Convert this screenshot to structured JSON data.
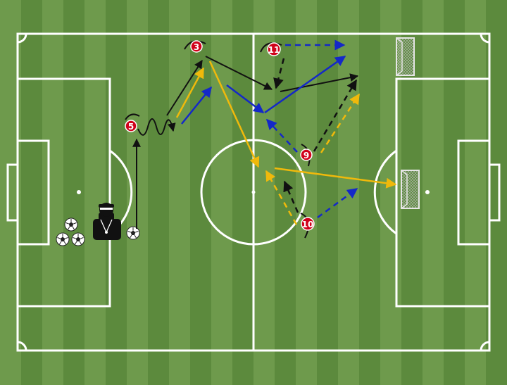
{
  "colors": {
    "grass_light": "#6e9a4c",
    "grass_dark": "#5c8a3d",
    "lines": "#ffffff",
    "player_badge": "#d0021b",
    "pass": "#f0b90b",
    "run": "#1428c8",
    "move": "#111111"
  },
  "players": [
    {
      "id": "p5",
      "label": "5"
    },
    {
      "id": "p3",
      "label": "3"
    },
    {
      "id": "p11",
      "label": "11"
    },
    {
      "id": "p9",
      "label": "9"
    },
    {
      "id": "p10",
      "label": "10"
    }
  ],
  "icons": {
    "coach": "coach-icon",
    "ball": "ball-icon",
    "goal": "goal-icon"
  }
}
